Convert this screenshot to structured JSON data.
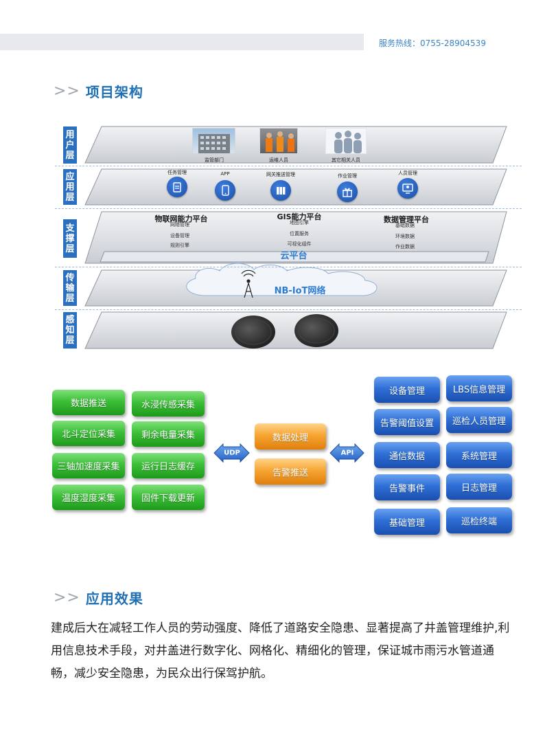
{
  "header": {
    "hotline": "服务热线：0755-28904539"
  },
  "sections": {
    "architecture": {
      "chevrons": ">>",
      "title": "项目架构"
    },
    "effect": {
      "chevrons": ">>",
      "title": "应用效果"
    }
  },
  "architecture": {
    "layers": [
      "用户层",
      "应用层",
      "支撑层",
      "传输层",
      "感知层"
    ],
    "users": [
      "监管部门",
      "运维人员",
      "其它相关人员"
    ],
    "apps": [
      "任务管理",
      "APP",
      "网关推送管理",
      "作业管理",
      "人员管理"
    ],
    "platforms": [
      {
        "title": "物联网能力平台",
        "items": [
          "网络管理",
          "设备管理",
          "规则引擎"
        ]
      },
      {
        "title": "GIS能力平台",
        "items": [
          "地图引擎",
          "位置服务",
          "可视化组件"
        ]
      },
      {
        "title": "数据管理平台",
        "items": [
          "基础数据",
          "环境数据",
          "作业数据"
        ]
      }
    ],
    "cloud_platform": "云平台",
    "network": "NB-IoT网络"
  },
  "system": {
    "device_functions": [
      "数据推送",
      "水浸传感采集",
      "北斗定位采集",
      "剩余电量采集",
      "三轴加速度采集",
      "运行日志缓存",
      "温度湿度采集",
      "固件下载更新"
    ],
    "left_arrow": "UDP",
    "middle": [
      "数据处理",
      "告警推送"
    ],
    "right_arrow": "API",
    "platform_functions": [
      "设备管理",
      "LBS信息管理",
      "告警阈值设置",
      "巡检人员管理",
      "通信数据",
      "系统管理",
      "告警事件",
      "日志管理",
      "基础管理",
      "巡检终端"
    ]
  },
  "effect_text": "建成后大在减轻工作人员的劳动强度、降低了道路安全隐患、显著提高了井盖管理维护,利用信息技术手段，对井盖进行数字化、网格化、精细化的管理，保证城市雨污水管道通畅，减少安全隐患，为民众出行保驾护航。",
  "colors": {
    "title_blue": "#1f6fb5",
    "layer_tab": "#2b6fc0",
    "green_button": "#3cbf38",
    "orange_button": "#f7a533",
    "blue_button": "#2f6fd6",
    "cloud_text": "#2d7bd6"
  }
}
